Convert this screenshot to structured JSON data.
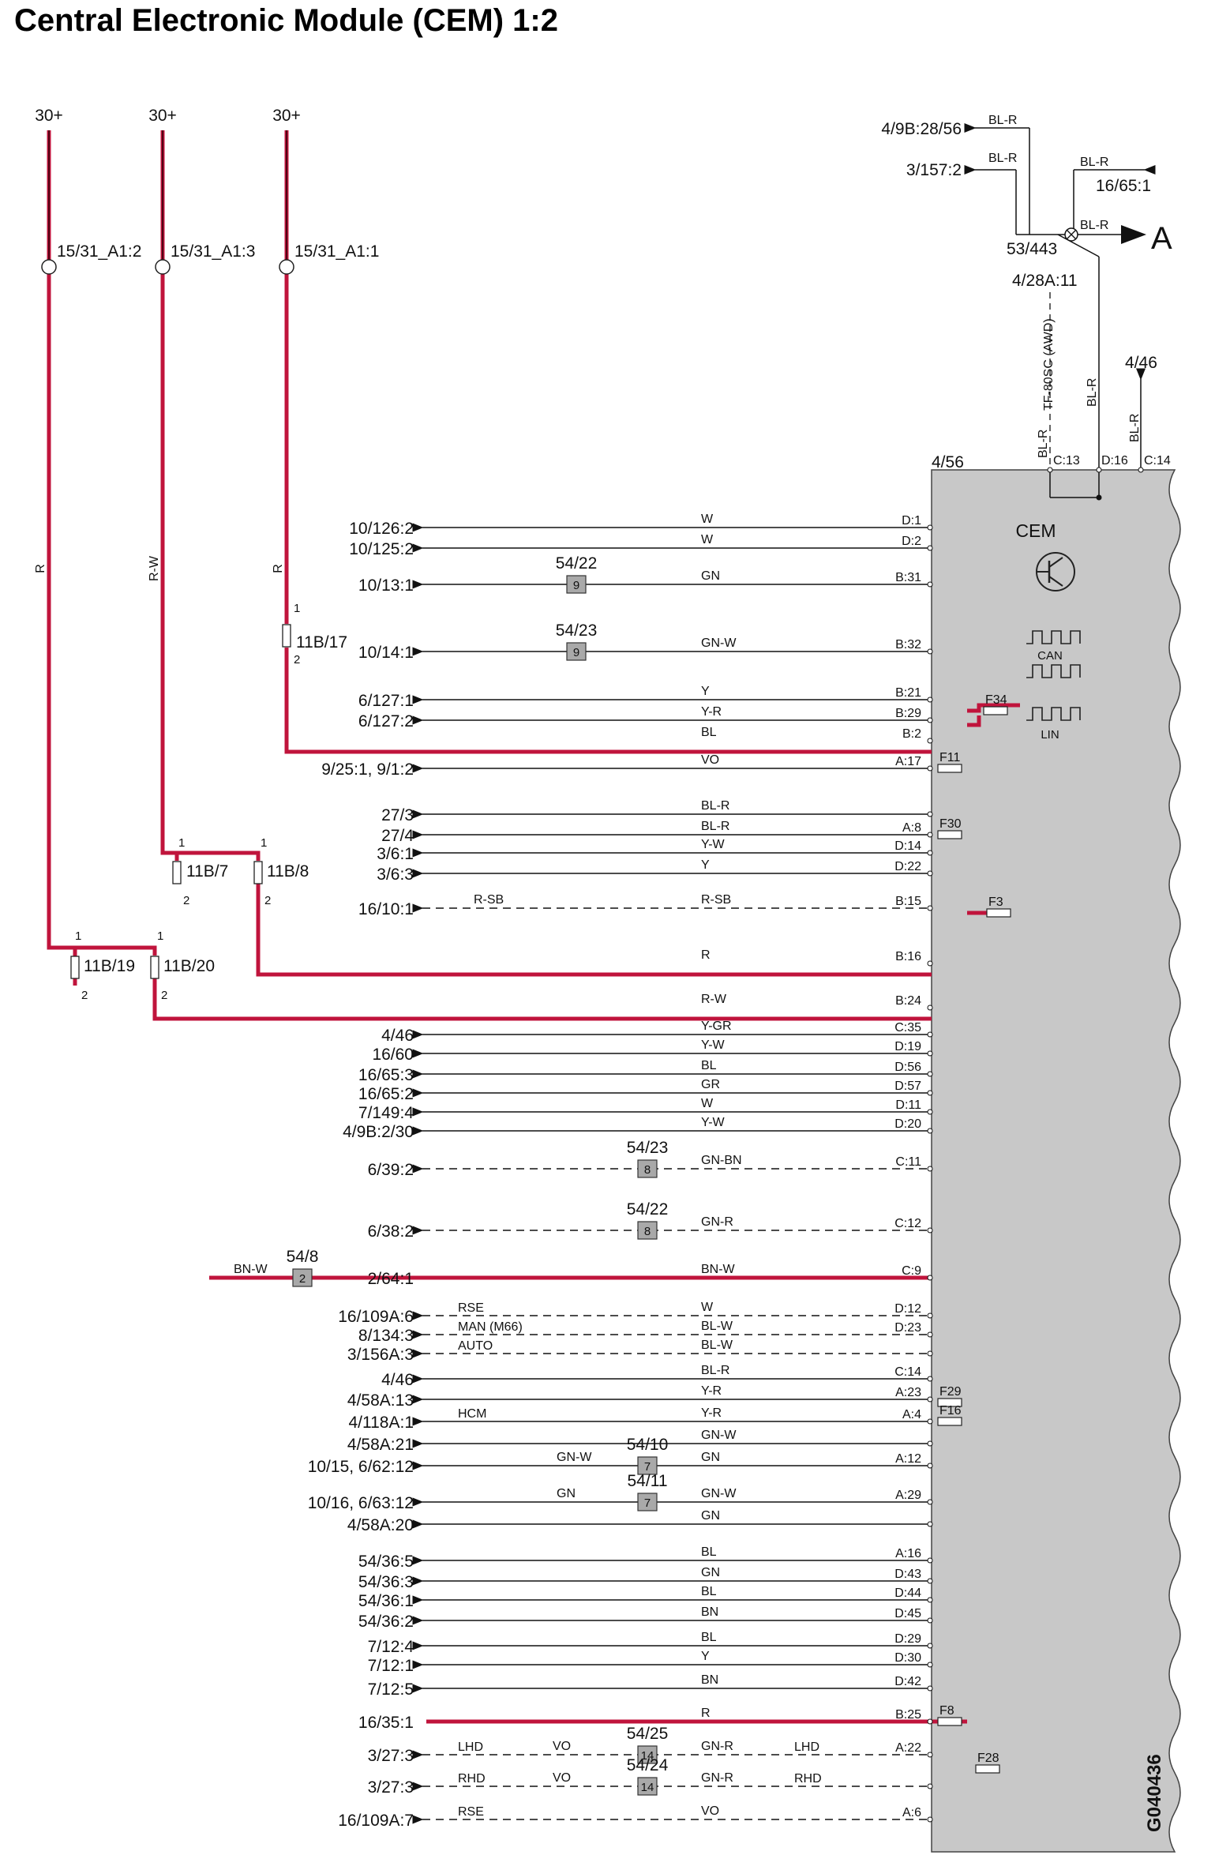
{
  "title": "Central Electronic Module (CEM) 1:2",
  "colors": {
    "power_wire": "#c0143c",
    "wire": "#111111",
    "module_fill": "#c8c8c8"
  },
  "supplies": [
    {
      "label": "30+",
      "fuse": "15/31_A1:2",
      "wire": "R"
    },
    {
      "label": "30+",
      "fuse": "15/31_A1:3",
      "wire": "R-W"
    },
    {
      "label": "30+",
      "fuse": "15/31_A1:1",
      "wire": "R"
    }
  ],
  "module": {
    "id": "4/56",
    "name": "CEM",
    "can": "CAN",
    "lin": "LIN",
    "code": "G040436"
  },
  "connectors": [
    {
      "name": "11B/17",
      "p1": "1",
      "p2": "2"
    },
    {
      "name": "11B/7",
      "p1": "1",
      "p2": "2"
    },
    {
      "name": "11B/8",
      "p1": "1",
      "p2": "2"
    },
    {
      "name": "11B/19",
      "p1": "1",
      "p2": "2"
    },
    {
      "name": "11B/20",
      "p1": "1",
      "p2": "2"
    }
  ],
  "fuses": [
    "F34",
    "F11",
    "F30",
    "F3",
    "F29",
    "F16",
    "F8",
    "F28"
  ],
  "top_lines": {
    "l1": "4/9B:28/56",
    "w1": "BL-R",
    "l2": "3/157:2",
    "w2": "BL-R",
    "l3": "16/65:1",
    "w3": "BL-R",
    "w4": "BL-R",
    "arrow": "A",
    "node": "53/443",
    "can_ref": "4/28A:11",
    "variant": "TF-80SC (AWD)",
    "ref_4_46": "4/46",
    "vw1": "BL-R",
    "vw2": "BL-R",
    "vw3": "BL-R",
    "pin_c13": "C:13",
    "pin_d16": "D:16",
    "pin_c14": "C:14"
  },
  "wires": [
    {
      "dest": "10/126:2",
      "color": "W",
      "pin": "D:1"
    },
    {
      "dest": "10/125:2",
      "color": "W",
      "pin": "D:2"
    },
    {
      "dest": "10/13:1",
      "color": "GN",
      "pin": "B:31",
      "splice": "9",
      "splice_label": "54/22"
    },
    {
      "dest": "10/14:1",
      "color": "GN-W",
      "pin": "B:32",
      "splice": "9",
      "splice_label": "54/23"
    },
    {
      "dest": "6/127:1",
      "color": "Y",
      "pin": "B:21"
    },
    {
      "dest": "6/127:2",
      "color": "Y-R",
      "pin": "B:29"
    },
    {
      "dest": "",
      "color": "BL",
      "pin": "B:2"
    },
    {
      "dest": "9/25:1, 9/1:2",
      "color": "VO",
      "pin": "A:17"
    },
    {
      "dest": "27/3",
      "color": "BL-R",
      "pin": ""
    },
    {
      "dest": "27/4",
      "color": "BL-R",
      "pin": "A:8"
    },
    {
      "dest": "3/6:1",
      "color": "Y-W",
      "pin": "D:14"
    },
    {
      "dest": "3/6:3",
      "color": "Y",
      "pin": "D:22"
    },
    {
      "dest": "16/10:1",
      "color": "R-SB",
      "color2": "R-SB",
      "pin": "B:15"
    },
    {
      "dest": "",
      "color": "R",
      "pin": "B:16"
    },
    {
      "dest": "",
      "color": "R-W",
      "pin": "B:24"
    },
    {
      "dest": "4/46",
      "color": "Y-GR",
      "pin": "C:35"
    },
    {
      "dest": "16/60",
      "color": "Y-W",
      "pin": "D:19"
    },
    {
      "dest": "16/65:3",
      "color": "BL",
      "pin": "D:56"
    },
    {
      "dest": "16/65:2",
      "color": "GR",
      "pin": "D:57"
    },
    {
      "dest": "7/149:4",
      "color": "W",
      "pin": "D:11"
    },
    {
      "dest": "4/9B:2/30",
      "color": "Y-W",
      "pin": "D:20"
    },
    {
      "dest": "6/39:2",
      "color": "GN-BN",
      "pin": "C:11",
      "splice": "8",
      "splice_label": "54/23"
    },
    {
      "dest": "6/38:2",
      "color": "GN-R",
      "pin": "C:12",
      "splice": "8",
      "splice_label": "54/22"
    },
    {
      "dest": "2/64:1",
      "color": "BN-W",
      "color2": "BN-W",
      "pin": "C:9",
      "splice": "2",
      "splice_label": "54/8"
    },
    {
      "dest": "16/109A:6",
      "note": "RSE",
      "color": "W",
      "pin": "D:12"
    },
    {
      "dest": "8/134:3",
      "note": "MAN (M66)",
      "color": "BL-W",
      "pin": "D:23"
    },
    {
      "dest": "3/156A:3",
      "note": "AUTO",
      "color": "BL-W",
      "pin": ""
    },
    {
      "dest": "4/46",
      "color": "BL-R",
      "pin": "C:14"
    },
    {
      "dest": "4/58A:13",
      "color": "Y-R",
      "pin": "A:23"
    },
    {
      "dest": "4/118A:1",
      "note": "HCM",
      "color": "Y-R",
      "pin": "A:4"
    },
    {
      "dest": "4/58A:21",
      "color": "GN-W",
      "pin": ""
    },
    {
      "dest": "10/15, 6/62:12",
      "color": "GN",
      "color2": "GN-W",
      "pin": "A:12",
      "splice": "7",
      "splice_label": "54/10"
    },
    {
      "dest": "10/16, 6/63:12",
      "color": "GN-W",
      "color2": "GN",
      "pin": "A:29",
      "splice": "7",
      "splice_label": "54/11"
    },
    {
      "dest": "4/58A:20",
      "color": "GN",
      "pin": ""
    },
    {
      "dest": "54/36:5",
      "color": "BL",
      "pin": "A:16"
    },
    {
      "dest": "54/36:3",
      "color": "GN",
      "pin": "D:43"
    },
    {
      "dest": "54/36:1",
      "color": "BL",
      "pin": "D:44"
    },
    {
      "dest": "54/36:2",
      "color": "BN",
      "pin": "D:45"
    },
    {
      "dest": "7/12:4",
      "color": "BL",
      "pin": "D:29"
    },
    {
      "dest": "7/12:1",
      "color": "Y",
      "pin": "D:30"
    },
    {
      "dest": "7/12:5",
      "color": "BN",
      "pin": "D:42"
    },
    {
      "dest": "16/35:1",
      "color": "R",
      "pin": "B:25"
    },
    {
      "dest": "3/27:3",
      "note": "LHD",
      "color": "GN-R",
      "color2": "VO",
      "note2": "LHD",
      "pin": "A:22",
      "splice": "14",
      "splice_label": "54/25"
    },
    {
      "dest": "3/27:3",
      "note": "RHD",
      "color": "GN-R",
      "color2": "VO",
      "note2": "RHD",
      "pin": "",
      "splice": "14",
      "splice_label": "54/24"
    },
    {
      "dest": "16/109A:7",
      "note": "RSE",
      "color": "VO",
      "pin": "A:6"
    }
  ]
}
